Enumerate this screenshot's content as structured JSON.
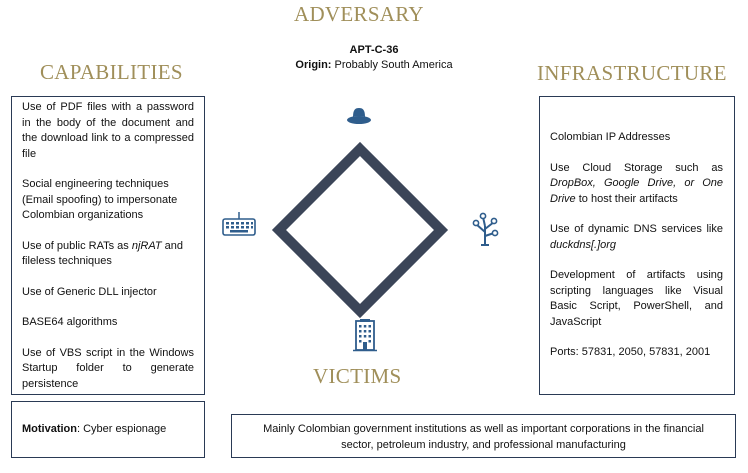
{
  "adversary": {
    "heading": "ADVERSARY",
    "group_name": "APT-C-36",
    "origin_label": "Origin:",
    "origin_value": "Probably South America"
  },
  "capabilities": {
    "heading": "CAPABILITIES",
    "items": [
      "Use of PDF files with a password in the body of the document and the download link to a compressed file",
      "Social engineering techniques (Email spoofing) to impersonate Colombian organizations",
      {
        "pre": "Use of public RATs as ",
        "em": "njRAT",
        "post": " and fileless techniques"
      },
      "Use of Generic DLL injector",
      "BASE64 algorithms",
      "Use of VBS script in the Windows Startup folder to generate persistence"
    ]
  },
  "infrastructure": {
    "heading": "INFRASTRUCTURE",
    "items": [
      "Colombian IP Addresses",
      {
        "pre": "Use Cloud Storage such as ",
        "em": "DropBox, Google Drive, or One Drive",
        "post": " to host their artifacts"
      },
      {
        "pre": "Use of dynamic DNS services like ",
        "em": "duckdns[.]org",
        "post": ""
      },
      "Development of artifacts using scripting languages like Visual Basic Script, PowerShell, and JavaScript",
      "Ports: 57831, 2050, 57831, 2001"
    ]
  },
  "victims": {
    "heading": "VICTIMS",
    "description": "Mainly Colombian government institutions as well as important corporations in the financial sector, petroleum industry, and professional manufacturing"
  },
  "motivation": {
    "label": "Motivation",
    "value": ": Cyber espionage"
  },
  "icons": {
    "adversary": "hat-icon",
    "capabilities": "keyboard-icon",
    "infrastructure": "network-tree-icon",
    "victims": "building-icon"
  },
  "colors": {
    "heading": "#a08f5a",
    "diamond": "#3b4558",
    "icon": "#2f5d8c",
    "border": "#2a3a55"
  }
}
